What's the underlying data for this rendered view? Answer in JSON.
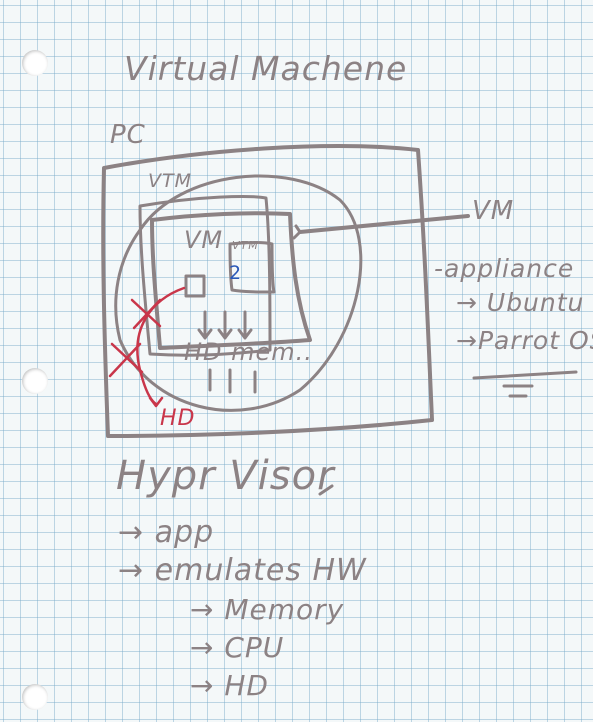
{
  "title": "Virtual Machene",
  "diagram": {
    "pc": "PC",
    "vtm_outer": "VTM",
    "vm_inner": "VM",
    "vtm_inner": "VTM",
    "inner_number": "2",
    "hd_mem": "HD mem..",
    "hd_red": "HD",
    "vm_callout": "VM"
  },
  "vm_notes": [
    "-appliance",
    "→ Ubuntu",
    "→Parrot OS"
  ],
  "hypervisor": {
    "heading": "Hypr Visor",
    "items": [
      "→ app",
      "→ emulates HW"
    ],
    "subitems": [
      "→ Memory",
      "→ CPU",
      "→ HD"
    ]
  },
  "colors": {
    "ink": "#8c8284",
    "red_ink": "#c9364a",
    "blue_ink": "#2a58b8",
    "grid": "#78aac8"
  }
}
